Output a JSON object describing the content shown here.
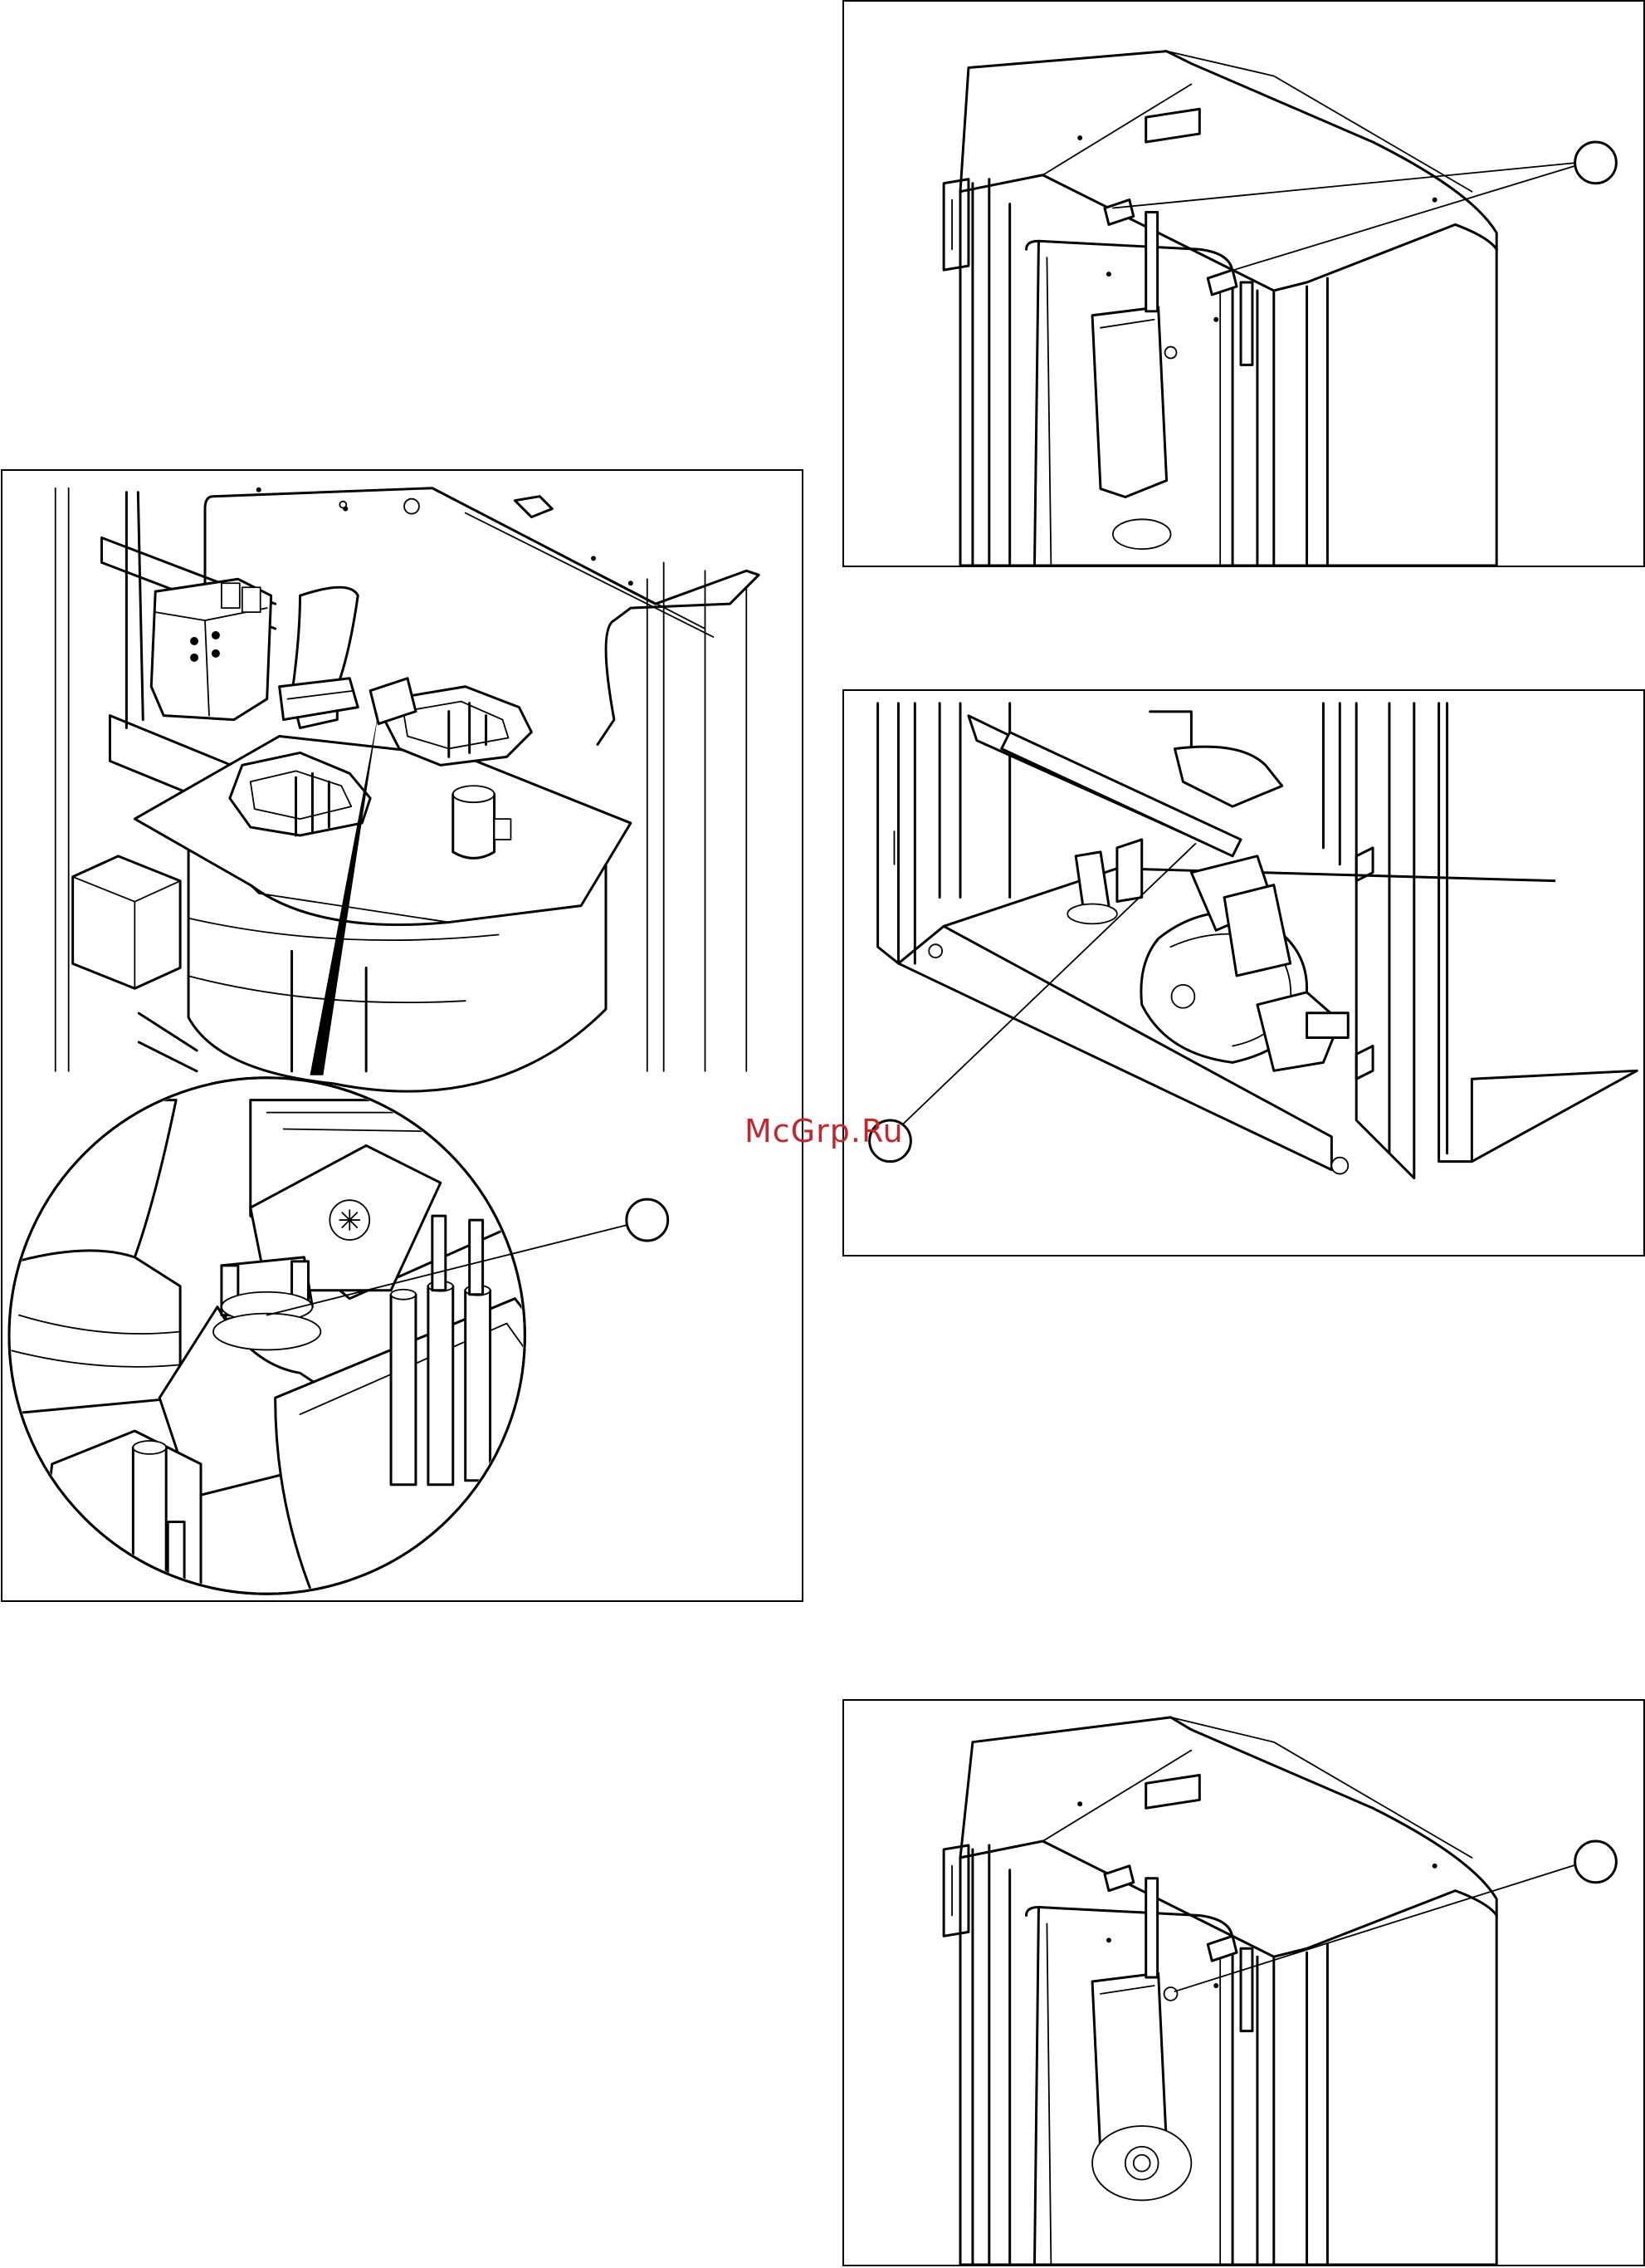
{
  "watermark": {
    "text": "McGrp.Ru",
    "color": "#c0282d"
  },
  "panels": [
    {
      "id": "left",
      "subject": "heating-element-flange-detail",
      "callouts": 1
    },
    {
      "id": "top-right",
      "subject": "unit-top-cover-clips",
      "callouts": 1
    },
    {
      "id": "middle-right",
      "subject": "pump-assembly",
      "callouts": 1
    },
    {
      "id": "bottom-right",
      "subject": "unit-top-cover-screw",
      "callouts": 1
    }
  ],
  "colors": {
    "line": "#000000",
    "background": "#ffffff",
    "watermark": "#c0282d"
  }
}
